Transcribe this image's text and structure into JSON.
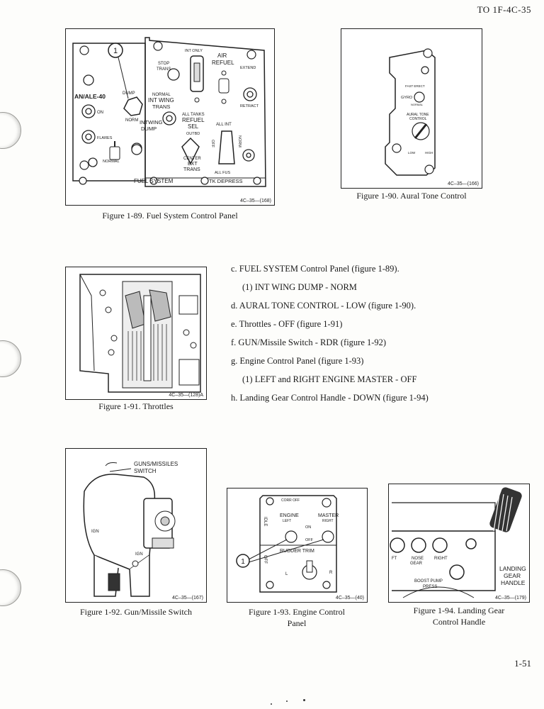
{
  "header": {
    "doc_number": "TO 1F-4C-35"
  },
  "footer": {
    "page_number": "1-51"
  },
  "figures": {
    "f89": {
      "caption": "Figure 1-89.  Fuel System Control Panel",
      "code": "4C–35—(168)",
      "callout": "1",
      "labels": {
        "an_ale": "AN/ALE-40",
        "on": "ON",
        "flares": "FLARES",
        "normal_left": "NORMAL",
        "dump": "DUMP",
        "norm": "NORM",
        "stop": "STOP",
        "trans": "TRANS",
        "normal": "NORMAL",
        "int_wing": "INT WING",
        "trans2": "TRANS",
        "intwing": "INTWING",
        "dump2": "DUMP",
        "int_only": "INT ONLY",
        "air": "AIR",
        "refuel": "REFUEL",
        "extend": "EXTEND",
        "retract": "RETRACT",
        "all_tanks": "ALL TANKS",
        "refuel2": "REFUEL",
        "sel": "SEL",
        "outbd": "OUTBD",
        "center": "CENTER",
        "ext": "EXT",
        "trans3": "TRANS",
        "all_int": "ALL INT",
        "norm2": "NORM",
        "off": "OFF",
        "all_fus": "ALL FUS",
        "fuel_system": "FUEL SYSTEM",
        "tk_depress": "TK DEPRESS"
      }
    },
    "f90": {
      "caption": "Figure 1-90.  Aural Tone Control",
      "code": "4C–35—(166)",
      "labels": {
        "fast_erect": "FAST ERECT",
        "gyro": "GYRO",
        "normal": "NORMAL",
        "aural_tone": "AURAL TONE",
        "control": "CONTROL",
        "low": "LOW",
        "high": "HIGH"
      }
    },
    "f91": {
      "caption": "Figure 1-91.  Throttles",
      "code": "4C–35—(128)A"
    },
    "f92": {
      "caption": "Figure 1-92.  Gun/Missile Switch",
      "code": "4C–35—(167)",
      "labels": {
        "guns_missiles": "GUNS/MISSILES",
        "switch": "SWITCH",
        "ign": "IGN",
        "ign2": "IGN"
      }
    },
    "f93": {
      "caption_line1": "Figure 1-93.  Engine Control",
      "caption_line2": "Panel",
      "code": "4C–35—(40)",
      "callout": "1",
      "labels": {
        "corr_off": "CORR OFF",
        "engine": "ENGINE",
        "left": "LEFT",
        "master": "MASTER",
        "right": "RIGHT",
        "on": "ON",
        "off": "OFF",
        "rudder_trim": "RUDDER TRIM",
        "idle": "IDLE",
        "off2": "OFF",
        "l": "L",
        "r": "R"
      }
    },
    "f94": {
      "caption_line1": "Figure 1-94.  Landing Gear",
      "caption_line2": "Control Handle",
      "code": "4C–35—(179)",
      "labels": {
        "landing": "LANDING",
        "gear": "GEAR",
        "handle": "HANDLE",
        "nose": "NOSE",
        "gear2": "GEAR",
        "right": "RIGHT",
        "ft": "FT",
        "boost_pump": "BOOST PUMP",
        "press": "PRESS"
      }
    }
  },
  "steps": [
    "c. FUEL SYSTEM Control Panel (figure 1-89).",
    "(1) INT WING DUMP - NORM",
    "d. AURAL TONE CONTROL - LOW (figure 1-90).",
    "e. Throttles - OFF (figure 1-91)",
    "f. GUN/Missile Switch - RDR (figure 1-92)",
    "g. Engine Control Panel (figure 1-93)",
    "(1) LEFT and RIGHT ENGINE MASTER - OFF",
    "h. Landing Gear Control Handle - DOWN (figure 1-94)"
  ]
}
